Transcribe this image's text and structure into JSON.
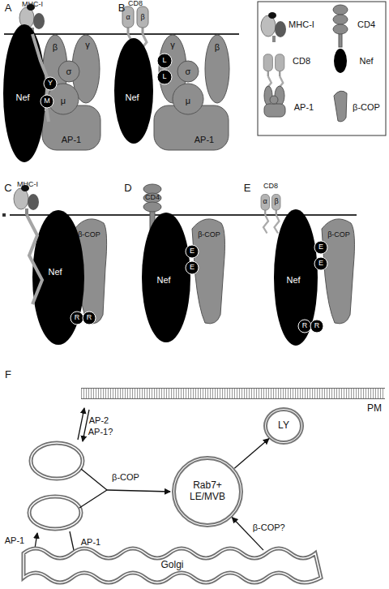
{
  "diagram": {
    "nodes": [
      {
        "text": [
          "PM"
        ]
      },
      {
        "text": [
          "LY"
        ]
      },
      {
        "text": [
          "Rab7+ LE/MVB"
        ]
      },
      {
        "text": [
          "Golgi"
        ]
      }
    ],
    "edges": [
      {
        "from": 2,
        "to": 1,
        "arrow": "to"
      },
      {
        "from": 3,
        "to": 2,
        "label": "β-COP?",
        "arrow": "to"
      }
    ],
    "labels": [
      "A",
      "B",
      "C",
      "D",
      "E",
      "F",
      "MHC-I",
      "Nef",
      "Y",
      "M",
      "β",
      "γ",
      "σ",
      "μ",
      "AP-1",
      "CD8",
      "α",
      "β",
      "Nef",
      "L",
      "L",
      "γ",
      "β",
      "σ",
      "μ",
      "AP-1",
      "MHC-I",
      "Nef",
      "β-COP",
      "R",
      "R",
      "CD4",
      "Nef",
      "E",
      "E",
      "β-COP",
      "CD8",
      "α",
      "β",
      "Nef",
      "E",
      "E",
      "β-COP",
      "R",
      "R",
      "AP-2",
      "AP-1?",
      "β-COP",
      "AP-1",
      "AP-1"
    ],
    "legend": [
      {
        "text": "MHC-I"
      },
      {
        "text": "CD4"
      },
      {
        "text": "CD8"
      },
      {
        "text": "Nef"
      },
      {
        "text": "AP-1"
      },
      {
        "text": "β-COP"
      }
    ]
  }
}
